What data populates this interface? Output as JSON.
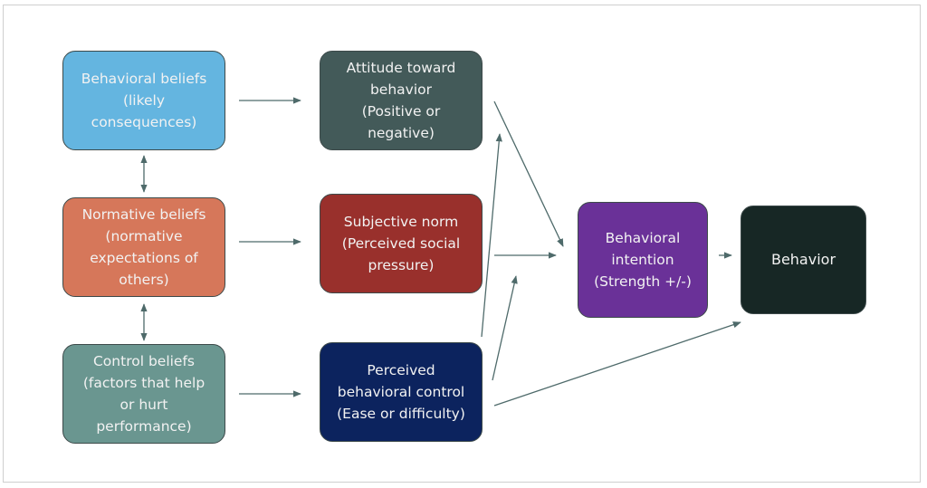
{
  "diagram": {
    "title": "Theory of Planned Behavior",
    "nodes": {
      "behavioral_beliefs": {
        "label": "Behavioral beliefs\n(likely\nconsequences)",
        "color": "#64b5e0"
      },
      "normative_beliefs": {
        "label": "Normative beliefs\n(normative\nexpectations of\nothers)",
        "color": "#d6775a"
      },
      "control_beliefs": {
        "label": "Control beliefs\n(factors that help\nor hurt\nperformance)",
        "color": "#6a9690"
      },
      "attitude": {
        "label": "Attitude toward\nbehavior\n(Positive or\nnegative)",
        "color": "#435a59"
      },
      "subjective_norm": {
        "label": "Subjective norm\n(Perceived social\npressure)",
        "color": "#99302c"
      },
      "perceived_control": {
        "label": "Perceived\nbehavioral control\n(Ease or difficulty)",
        "color": "#0c235e"
      },
      "intention": {
        "label": "Behavioral\nintention\n(Strength +/-)",
        "color": "#6a3198"
      },
      "behavior": {
        "label": "Behavior",
        "color": "#172725"
      }
    },
    "edges": [
      {
        "from": "behavioral_beliefs",
        "to": "normative_beliefs",
        "type": "bidirectional"
      },
      {
        "from": "normative_beliefs",
        "to": "control_beliefs",
        "type": "bidirectional"
      },
      {
        "from": "behavioral_beliefs",
        "to": "attitude",
        "type": "arrow"
      },
      {
        "from": "normative_beliefs",
        "to": "subjective_norm",
        "type": "arrow"
      },
      {
        "from": "control_beliefs",
        "to": "perceived_control",
        "type": "arrow"
      },
      {
        "from": "attitude",
        "to": "intention",
        "type": "arrow"
      },
      {
        "from": "subjective_norm",
        "to": "intention",
        "type": "arrow"
      },
      {
        "from": "perceived_control",
        "to": "intention",
        "type": "arrow"
      },
      {
        "from": "perceived_control",
        "to": "attitude",
        "type": "arrow"
      },
      {
        "from": "intention",
        "to": "behavior",
        "type": "arrow"
      },
      {
        "from": "perceived_control",
        "to": "behavior",
        "type": "arrow"
      }
    ],
    "edge_color": "#4e6a6a"
  }
}
